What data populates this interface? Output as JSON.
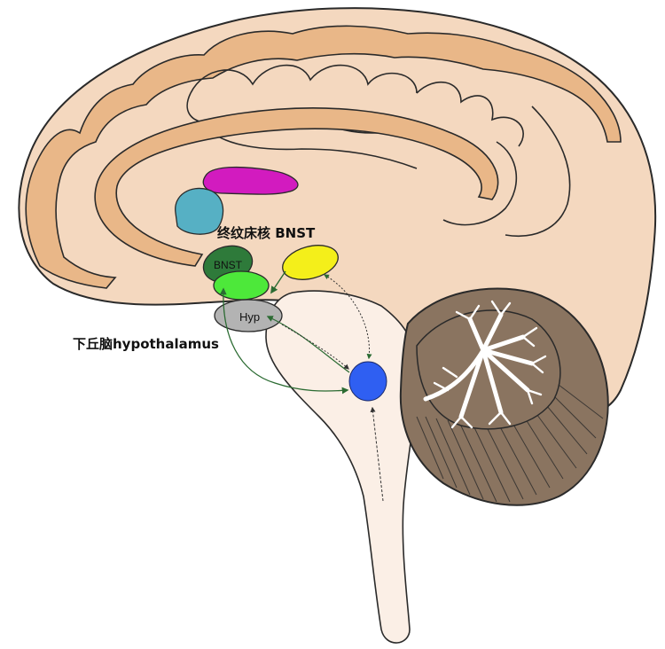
{
  "labels": {
    "bnst_caption": "终纹床核 BNST",
    "bnst_region": "BNST",
    "hyp_region": "Hyp",
    "hypothalamus_caption": "下丘脑hypothalamus"
  },
  "colors": {
    "cortex_fill": "#f4d8bf",
    "gyri_fill": "#e9b788",
    "outline": "#2a2a2a",
    "brainstem_fill": "#fbefe6",
    "cerebellum_fill": "#8a7460",
    "arbor_vitae": "#ffffff",
    "magenta_region": "#d21bbf",
    "teal_region": "#56b0c4",
    "bnst_region": "#2e7a3a",
    "green_region": "#4de83a",
    "yellow_region": "#f4ef1a",
    "hyp_region": "#b3b3b3",
    "blue_region": "#2f5ff2",
    "arrow_green": "#2b6b32",
    "arrow_dark": "#333333"
  }
}
